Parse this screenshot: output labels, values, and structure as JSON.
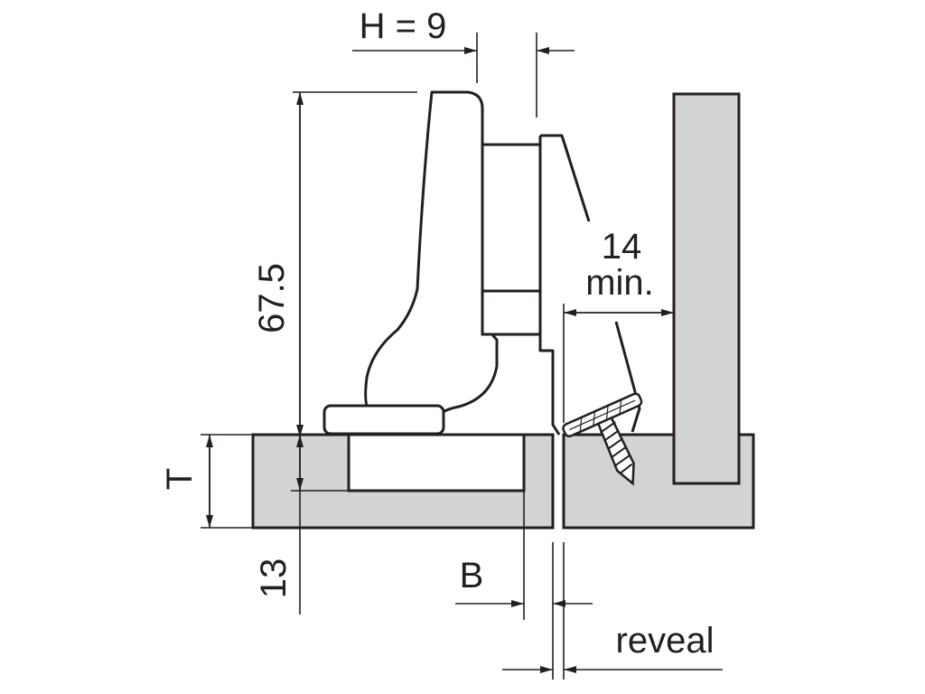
{
  "labels": {
    "overlay": "H = 9",
    "height": "67.5",
    "clearance": "14",
    "clearance_suffix": "min.",
    "thickness": "T",
    "cup_depth": "13",
    "distance": "B",
    "reveal": "reveal"
  },
  "colors": {
    "line": "#231f20",
    "panel_fill": "#d1d3d4",
    "background": "#ffffff"
  }
}
